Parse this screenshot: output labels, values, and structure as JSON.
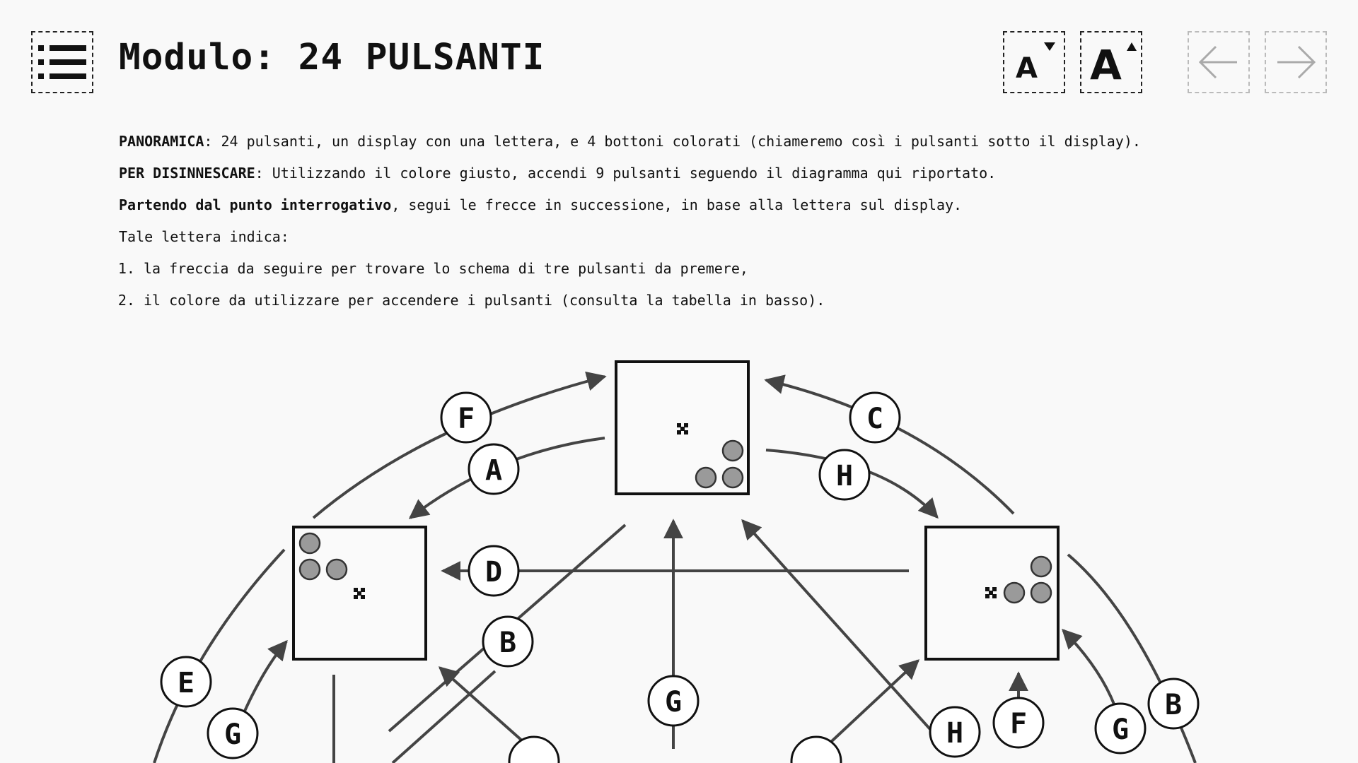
{
  "header": {
    "title": "Modulo: 24 PULSANTI",
    "font_letter": "A"
  },
  "icons": {
    "menu": "list-icon",
    "font_decrease": "font-decrease-icon",
    "font_increase": "font-increase-icon",
    "prev": "arrow-left-icon",
    "next": "arrow-right-icon"
  },
  "overview": {
    "label": "PANORAMICA",
    "text": ": 24 pulsanti, un display con una lettera, e 4 bottoni colorati (chiameremo così i pulsanti sotto il display)."
  },
  "defuse": {
    "label": "PER DISINNESCARE",
    "text": ": Utilizzando il colore giusto, accendi 9 pulsanti seguendo il diagramma qui riportato."
  },
  "start": {
    "label": "Partendo dal punto interrogativo",
    "text": ", segui le frecce in successione, in base alla lettera sul display."
  },
  "letter_intro": "Tale lettera indica:",
  "list_items": [
    "la freccia da seguire per trovare lo schema di tre pulsanti da premere,",
    "il colore da utilizzare per accendere i pulsanti (consulta la tabella in basso)."
  ],
  "diagram_labels": {
    "top_left_outer": "F",
    "top_left_inner": "A",
    "top_right_outer": "C",
    "top_right_inner": "H",
    "middle": "D",
    "center_left": "B",
    "center_bottom": "G",
    "left_outer": "E",
    "left_inner": "G",
    "right_bottom_h": "H",
    "right_bottom_f": "F",
    "right_inner": "G",
    "right_outer": "B"
  },
  "colors": {
    "background": "#f9f9f9",
    "ink": "#111111",
    "line": "#444444",
    "dot": "#9a9a9a",
    "disabled_nav": "#bbbbbb"
  }
}
